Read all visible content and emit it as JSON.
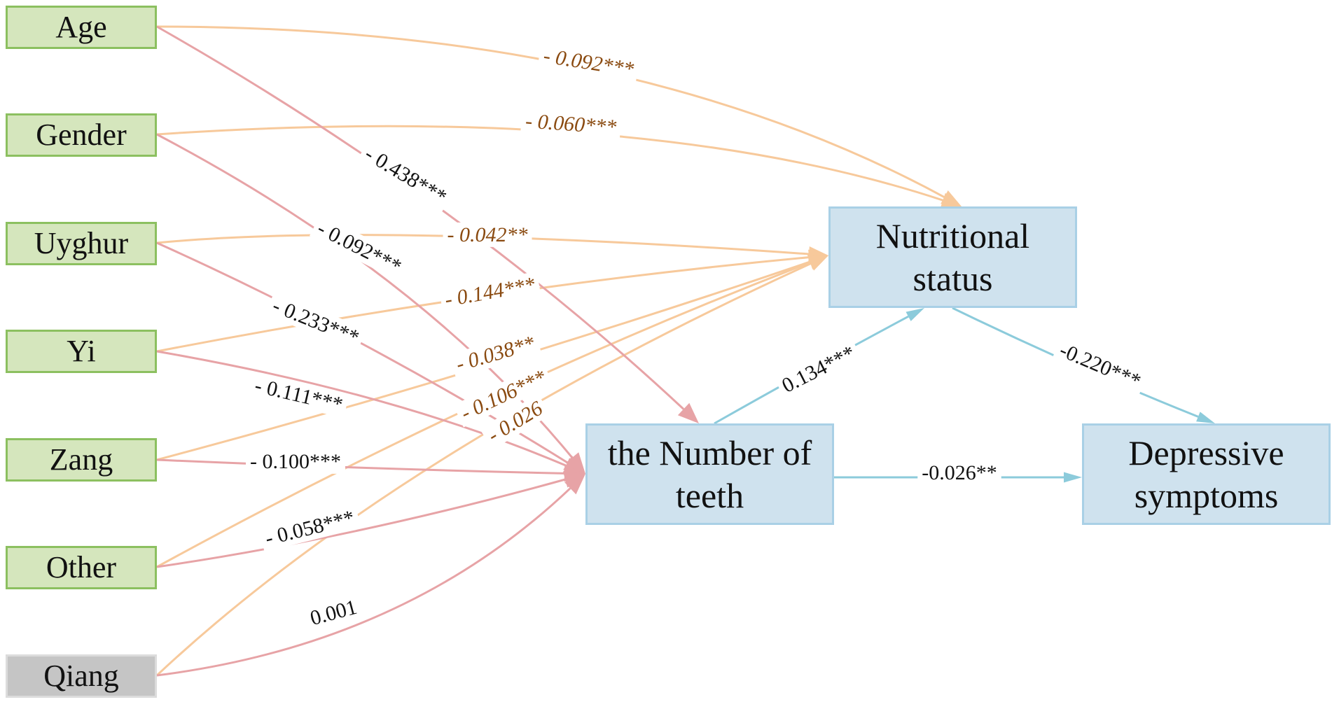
{
  "colors": {
    "source_fill": "#d5e6bd",
    "source_border": "#8cc060",
    "ref_fill": "#c5c5c5",
    "ref_border": "#dcdcdc",
    "mediator_fill": "#cfe2ee",
    "mediator_border": "#a9d0e6",
    "path_nutrition": "#f7c99b",
    "path_teeth": "#e7a3a6",
    "path_outcome": "#8ccbdb",
    "coef_orange": "#8a4a10",
    "coef_black": "#111111"
  },
  "nodes": [
    {
      "id": "age",
      "label": "Age",
      "type": "source"
    },
    {
      "id": "gender",
      "label": "Gender",
      "type": "source"
    },
    {
      "id": "uyghur",
      "label": "Uyghur",
      "type": "source"
    },
    {
      "id": "yi",
      "label": "Yi",
      "type": "source"
    },
    {
      "id": "zang",
      "label": "Zang",
      "type": "source"
    },
    {
      "id": "other",
      "label": "Other",
      "type": "source"
    },
    {
      "id": "qiang",
      "label": "Qiang",
      "type": "reference"
    },
    {
      "id": "nutrition",
      "label": "Nutritional status",
      "type": "mediator"
    },
    {
      "id": "teeth",
      "label": "the Number of teeth",
      "type": "mediator"
    },
    {
      "id": "depression",
      "label": "Depressive symptoms",
      "type": "outcome"
    }
  ],
  "edges": [
    {
      "from": "age",
      "to": "nutrition",
      "coef": "- 0.092***",
      "group": "nutrition"
    },
    {
      "from": "gender",
      "to": "nutrition",
      "coef": "- 0.060***",
      "group": "nutrition"
    },
    {
      "from": "uyghur",
      "to": "nutrition",
      "coef": "- 0.042**",
      "group": "nutrition"
    },
    {
      "from": "yi",
      "to": "nutrition",
      "coef": "- 0.144***",
      "group": "nutrition"
    },
    {
      "from": "zang",
      "to": "nutrition",
      "coef": "- 0.038**",
      "group": "nutrition"
    },
    {
      "from": "other",
      "to": "nutrition",
      "coef": "- 0.106***",
      "group": "nutrition"
    },
    {
      "from": "qiang",
      "to": "nutrition",
      "coef": "- 0.026",
      "group": "nutrition"
    },
    {
      "from": "age",
      "to": "teeth",
      "coef": "- 0.438***",
      "group": "teeth"
    },
    {
      "from": "gender",
      "to": "teeth",
      "coef": "- 0.092***",
      "group": "teeth"
    },
    {
      "from": "uyghur",
      "to": "teeth",
      "coef": "- 0.233***",
      "group": "teeth"
    },
    {
      "from": "yi",
      "to": "teeth",
      "coef": "- 0.111***",
      "group": "teeth"
    },
    {
      "from": "zang",
      "to": "teeth",
      "coef": "- 0.100***",
      "group": "teeth"
    },
    {
      "from": "other",
      "to": "teeth",
      "coef": "- 0.058***",
      "group": "teeth"
    },
    {
      "from": "qiang",
      "to": "teeth",
      "coef": "0.001",
      "group": "teeth"
    },
    {
      "from": "teeth",
      "to": "nutrition",
      "coef": "0.134***",
      "group": "outcome"
    },
    {
      "from": "nutrition",
      "to": "depression",
      "coef": "-0.220***",
      "group": "outcome"
    },
    {
      "from": "teeth",
      "to": "depression",
      "coef": "-0.026**",
      "group": "outcome"
    }
  ]
}
